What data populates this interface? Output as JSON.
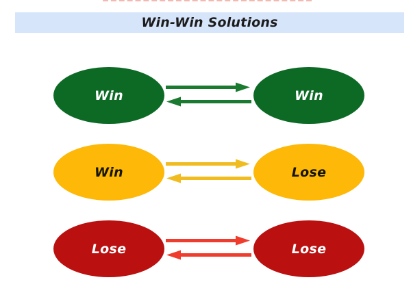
{
  "page": {
    "background": "#ffffff"
  },
  "top_dashes": {
    "color": "#e8503f"
  },
  "header": {
    "title": "Win-Win Solutions",
    "background": "#d7e5fb",
    "text_color": "#1c1c1c"
  },
  "rows": [
    {
      "name": "win-win",
      "left": {
        "label": "Win",
        "fill": "#0c6a25",
        "text_color": "#ffffff"
      },
      "right": {
        "label": "Win",
        "fill": "#0c6a25",
        "text_color": "#ffffff"
      },
      "arrow_color": "#1a7a2f"
    },
    {
      "name": "win-lose",
      "left": {
        "label": "Win",
        "fill": "#fdb808",
        "text_color": "#151500"
      },
      "right": {
        "label": "Lose",
        "fill": "#fdb808",
        "text_color": "#151500"
      },
      "arrow_color": "#f0bc1f"
    },
    {
      "name": "lose-lose",
      "left": {
        "label": "Lose",
        "fill": "#bb1010",
        "text_color": "#ffffff"
      },
      "right": {
        "label": "Lose",
        "fill": "#bb1010",
        "text_color": "#ffffff"
      },
      "arrow_color": "#ef3c2c"
    }
  ]
}
